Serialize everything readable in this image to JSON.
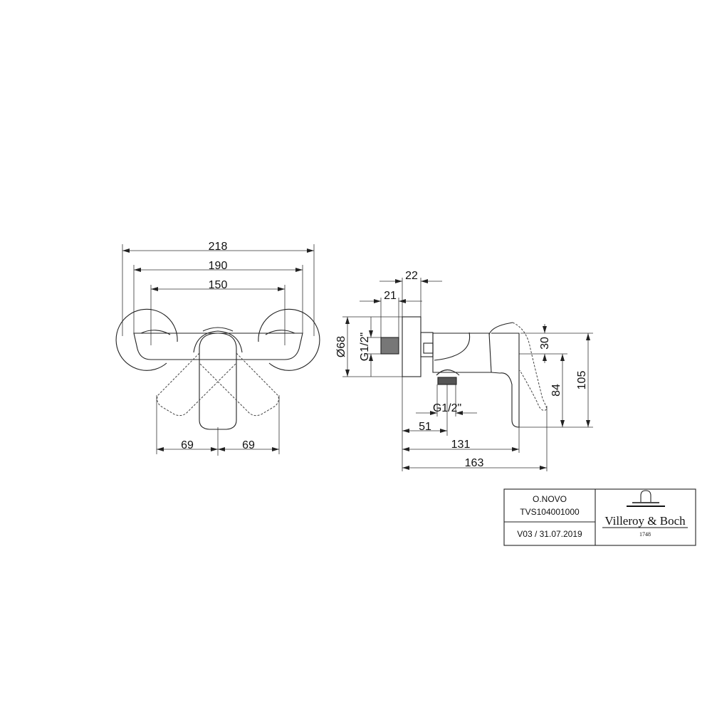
{
  "front_view": {
    "dim_overall_width": "218",
    "dim_bracket_width": "190",
    "dim_inlet_spacing": "150",
    "dim_lever_left": "69",
    "dim_lever_right": "69"
  },
  "side_view": {
    "dim_plate_depth": "22",
    "dim_thread_length": "21",
    "dim_plate_diameter": "Ø68",
    "dim_inlet_thread": "G1/2\"",
    "dim_outlet_thread": "G1/2\"",
    "dim_lever_height": "30",
    "dim_outlet_height": "84",
    "dim_total_height": "105",
    "dim_outlet_offset": "51",
    "dim_body_projection": "131",
    "dim_total_projection": "163"
  },
  "title_block": {
    "product": "O.NOVO",
    "article": "TVS104001000",
    "version_date": "V03 / 31.07.2019",
    "brand": "Villeroy & Boch",
    "brand_year": "1748"
  }
}
